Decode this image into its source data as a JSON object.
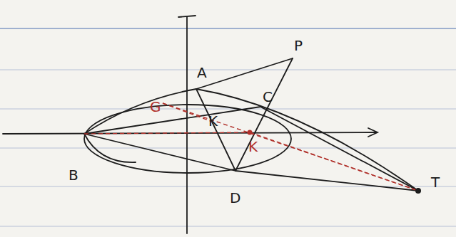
{
  "diagram": {
    "labels": [
      "A",
      "P",
      "C",
      "G",
      "K",
      "K",
      "B",
      "D",
      "T"
    ]
  }
}
